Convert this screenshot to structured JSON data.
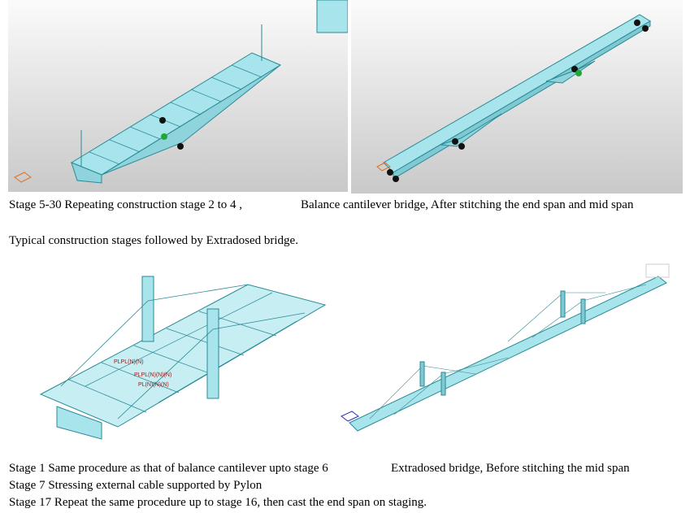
{
  "captions": {
    "top_left": "Stage 5-30  Repeating construction stage 2 to 4 ,",
    "top_right": "Balance cantilever bridge, After stitching the end span and mid span",
    "section_intro": "Typical construction stages followed by Extradosed bridge.",
    "bottom_left_1": "Stage 1 Same procedure as that of balance cantilever upto stage 6",
    "bottom_right": "Extradosed bridge, Before stitching the mid span",
    "bottom_left_2": "Stage 7 Stressing external cable supported by Pylon",
    "bottom_left_3": "Stage 17  Repeat the same procedure up to stage 16, then cast the end span on staging."
  },
  "colors": {
    "deck": "#a8e4ec",
    "edge": "#2a8a96",
    "label": "#8b1a1a",
    "support": "#1fa83a"
  }
}
